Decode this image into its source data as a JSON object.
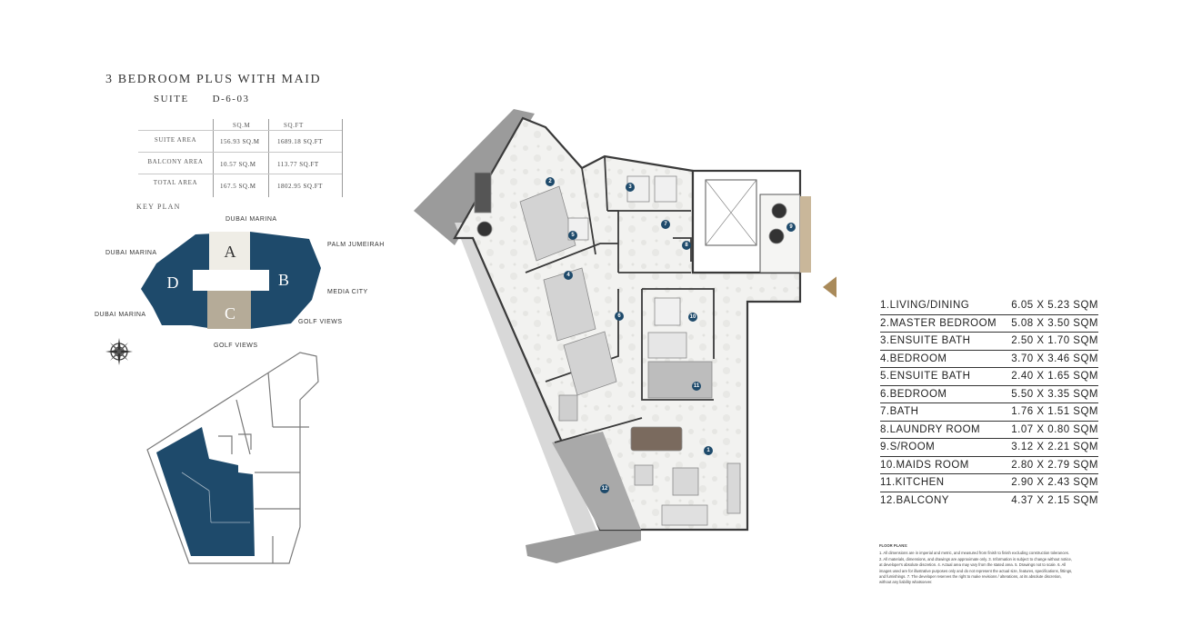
{
  "header": {
    "title": "3 BEDROOM PLUS WITH MAID",
    "suite_label": "SUITE",
    "suite_code": "D-6-03"
  },
  "area_table": {
    "columns": [
      "SQ.M",
      "SQ.FT"
    ],
    "rows": [
      {
        "label": "SUITE AREA",
        "sqm": "156.93 SQ.M",
        "sqft": "1689.18 SQ.FT"
      },
      {
        "label": "BALCONY AREA",
        "sqm": "10.57 SQ.M",
        "sqft": "113.77 SQ.FT"
      },
      {
        "label": "TOTAL AREA",
        "sqm": "167.5 SQ.M",
        "sqft": "1802.95 SQ.FT"
      }
    ]
  },
  "key_plan": {
    "label": "KEY PLAN",
    "directions": {
      "top": "DUBAI MARINA",
      "upper_left": "DUBAI MARINA",
      "upper_right": "PALM JUMEIRAH",
      "right": "MEDIA CITY",
      "lower_left": "DUBAI MARINA",
      "lower_right": "GOLF VIEWS",
      "bottom": "GOLF VIEWS"
    },
    "blocks": [
      "A",
      "B",
      "C",
      "D"
    ],
    "colors": {
      "highlight": "#1e4a6b",
      "block_a": "#efede6",
      "block_c": "#b5ab98"
    }
  },
  "compass_icon": "compass-rose-icon",
  "floor_plan": {
    "room_markers": [
      "1",
      "2",
      "3",
      "4",
      "5",
      "6",
      "7",
      "8",
      "9",
      "10",
      "11",
      "12"
    ],
    "marker_color": "#1e4a6b",
    "entrance_color": "#a98a5a"
  },
  "legend": {
    "rooms": [
      {
        "name": "1.LIVING/DINING",
        "size": "6.05 X 5.23 SQM"
      },
      {
        "name": "2.MASTER BEDROOM",
        "size": "5.08 X 3.50 SQM"
      },
      {
        "name": "3.ENSUITE BATH",
        "size": "2.50 X 1.70 SQM"
      },
      {
        "name": "4.BEDROOM",
        "size": "3.70 X 3.46 SQM"
      },
      {
        "name": "5.ENSUITE BATH",
        "size": "2.40 X 1.65 SQM"
      },
      {
        "name": "6.BEDROOM",
        "size": "5.50 X 3.35 SQM"
      },
      {
        "name": "7.BATH",
        "size": "1.76 X 1.51 SQM"
      },
      {
        "name": "8.LAUNDRY ROOM",
        "size": "1.07 X 0.80 SQM"
      },
      {
        "name": "9.S/ROOM",
        "size": "3.12 X 2.21 SQM"
      },
      {
        "name": "10.MAIDS ROOM",
        "size": "2.80 X 2.79 SQM"
      },
      {
        "name": "11.KITCHEN",
        "size": "2.90 X 2.43 SQM"
      },
      {
        "name": "12.BALCONY",
        "size": "4.37 X 2.15 SQM"
      }
    ]
  },
  "notes": {
    "title": "FLOOR PLANS:",
    "lines": [
      "1. All dimensions are in imperial and metric, and measured from finish to finish excluding construction tolerances.",
      "2. All materials, dimensions, and drawings are approximate only. 3. Information is subject to change without notice,",
      "at developer's absolute discretion. 4. Actual area may vary from the stated area. 5. Drawings not to scale. 6. All",
      "images used are for illustrative purposes only and do not represent the actual size, features, specifications, fittings,",
      "and furnishings. 7. The developer reserves the right to make revisions / alterations, at its absolute discretion,",
      "without any liability whatsoever."
    ]
  }
}
